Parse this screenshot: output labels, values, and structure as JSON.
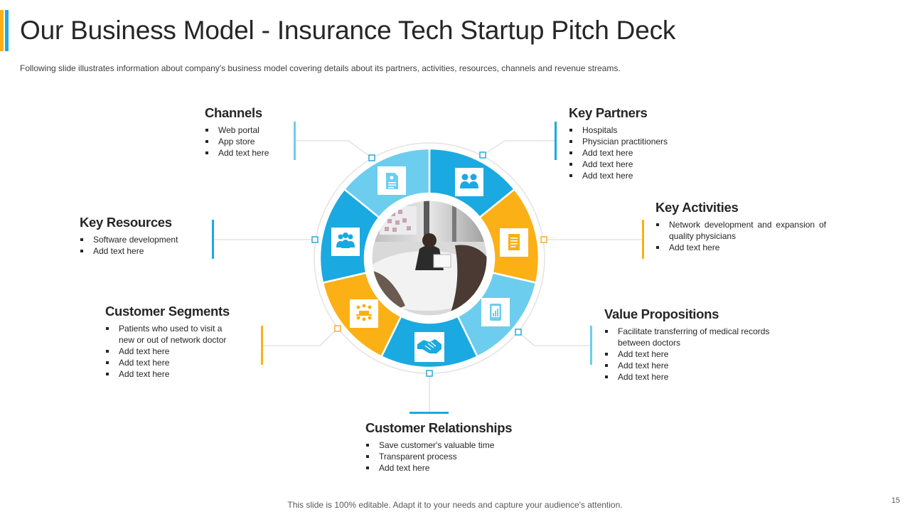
{
  "title": "Our Business Model - Insurance Tech Startup Pitch Deck",
  "subtitle": "Following slide illustrates information about company's business model covering details about its partners, activities, resources, channels and revenue  streams.",
  "footer": "This slide is 100% editable. Adapt it to your needs and capture your audience's attention.",
  "page_number": "15",
  "colors": {
    "blue": "#1ba9e1",
    "light_blue": "#6dcdee",
    "orange": "#fbb016",
    "accent_yellow": "#f5b21a",
    "accent_blue": "#29a8df"
  },
  "sections": {
    "channels": {
      "heading": "Channels",
      "items": [
        "Web portal",
        "App store",
        "Add text here"
      ],
      "icon": "document-icon"
    },
    "key_partners": {
      "heading": "Key Partners",
      "items": [
        "Hospitals",
        "Physician practitioners",
        "Add text here",
        "Add text here",
        "Add text here"
      ],
      "icon": "users-icon"
    },
    "key_resources": {
      "heading": "Key Resources",
      "items": [
        "Software development",
        "Add text here"
      ],
      "icon": "team-icon"
    },
    "key_activities": {
      "heading": "Key Activities",
      "items": [
        "Network development  and expansion of quality physicians",
        "Add text here"
      ],
      "icon": "notes-icon"
    },
    "customer_segments": {
      "heading": "Customer Segments",
      "items": [
        "Patients who used to visit a new or out of network doctor",
        "Add text here",
        "Add text here",
        "Add text here"
      ],
      "icon": "meeting-icon"
    },
    "value_propositions": {
      "heading": "Value Propositions",
      "items": [
        "Facilitate transferring  of medical records between doctors",
        "Add text here",
        "Add text here",
        "Add text here"
      ],
      "icon": "tablet-chart-icon"
    },
    "customer_relationships": {
      "heading": "Customer Relationships",
      "items": [
        "Save  customer's valuable  time",
        "Transparent  process",
        "Add text here"
      ],
      "icon": "handshake-icon"
    }
  },
  "center_image": "office-meeting-photo"
}
